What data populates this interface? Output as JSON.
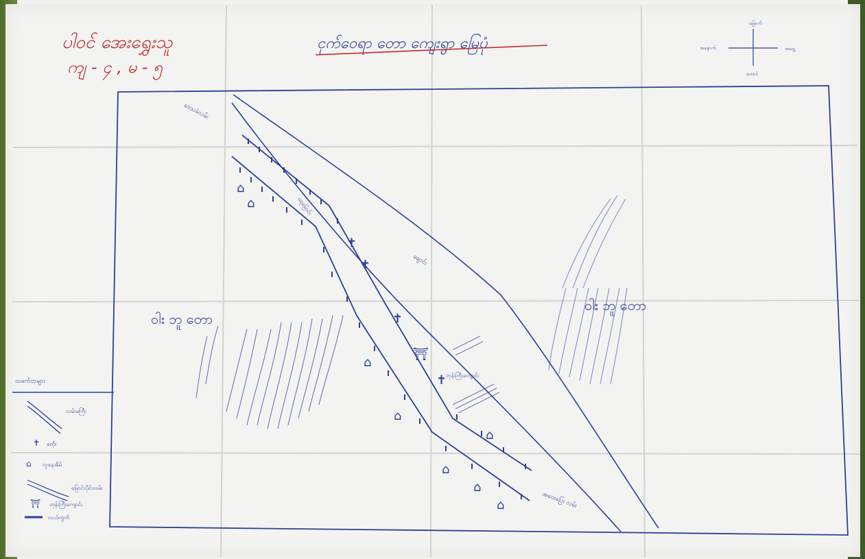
{
  "map": {
    "header_red_line1": "ပါဝင် အေးရွှေးသူ",
    "header_red_line2": "ကျ - ၄ , မ - ၅",
    "title": "ငုက်ဝေရာ တော ကျေးရွာ မြေပုံ",
    "compass": {
      "north": "မြောက်",
      "west": "အနောက်",
      "east": "အရှေ့",
      "south": "တောင်"
    },
    "road_label_top": "ဒေသခံလမ်း",
    "road_label_bottom": "အဝေးပြေး လမ်း",
    "river_label": "ချောင်း",
    "stream_label": "ရေမြောင်း",
    "field_left": "ဝါး ဘူ တော",
    "field_right": "ဝါး ဘူ တော",
    "temple_label": "ဘုန်းကြီးကျောင်း",
    "legend": {
      "header": "သင်္ကေတများ",
      "items": [
        "လမ်းမကြီး",
        "စတိုး",
        "လူနေအိမ်",
        "မြောင်းပိုင်းလမ်း",
        "ဘုန်းကြီးကျောင်း",
        "လယ်ကွက်"
      ]
    },
    "colors": {
      "paper": "#f3f3f1",
      "blue_ink": "#2b3f99",
      "red_ink": "#c0282f",
      "fold_line": "#cfcfcb"
    }
  }
}
